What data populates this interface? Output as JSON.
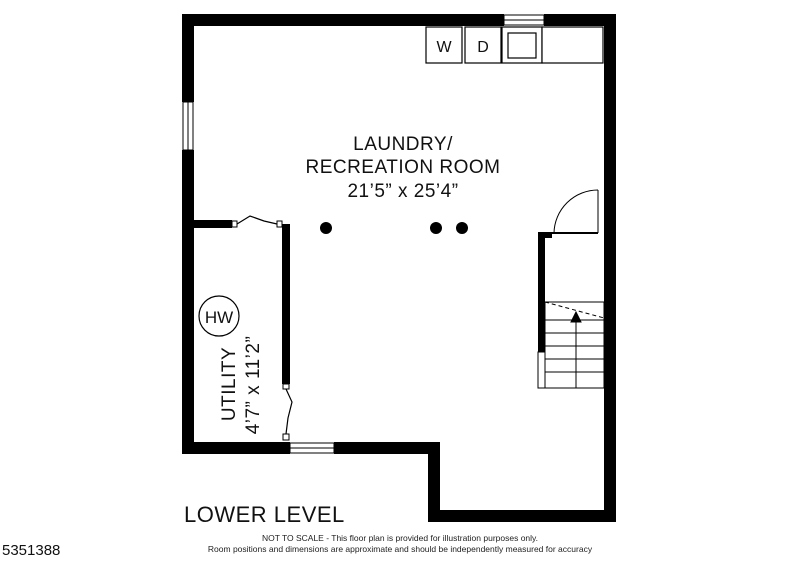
{
  "rooms": {
    "laundry": {
      "line1": "LAUNDRY/",
      "line2": "RECREATION ROOM",
      "dims": "21’5” x 25’4”"
    },
    "utility": {
      "name": "UTILITY",
      "dims": "4’7” x 11’2”"
    }
  },
  "fixtures": {
    "washer": "W",
    "dryer": "D",
    "water_heater": "HW"
  },
  "level_label": "LOWER LEVEL",
  "disclaimer": {
    "line1": "NOT TO SCALE - This floor plan is provided for illustration purposes only.",
    "line2": "Room positions and dimensions are approximate and should be independently measured for accuracy"
  },
  "listing_id": "5351388"
}
